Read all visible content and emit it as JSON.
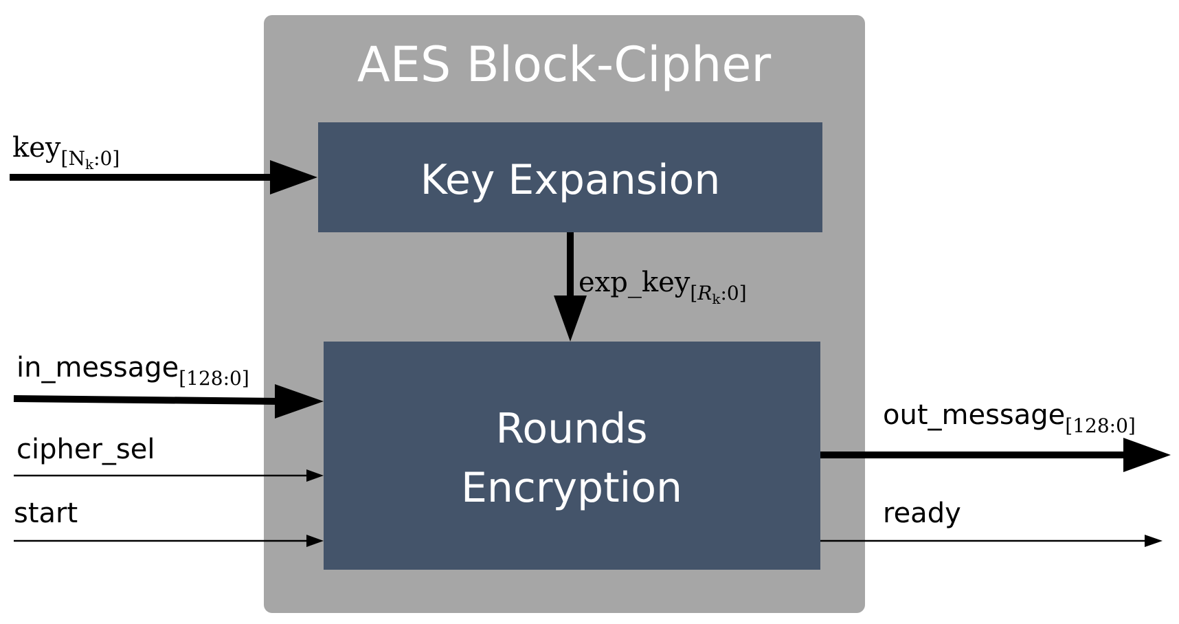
{
  "colors": {
    "outer_box": "#a6a6a6",
    "inner_box": "#44546a",
    "wire": "#000000",
    "label_on_box": "#ffffff"
  },
  "outer_block": {
    "title": "AES Block-Cipher"
  },
  "key_expansion": {
    "label": "Key Expansion"
  },
  "rounds_encryption": {
    "label_line1": "Rounds",
    "label_line2": "Encryption"
  },
  "signals": {
    "key": {
      "name": "key",
      "bracket_open": "[",
      "sub_var": "N",
      "sub_var_index": "k",
      "range_rest": ":0]"
    },
    "exp_key": {
      "name": "exp_key",
      "bracket_open": "[",
      "sub_var": "R",
      "sub_var_index": "k",
      "range_rest": ":0]"
    },
    "in_message": {
      "name": "in_message",
      "range": "[128:0]"
    },
    "cipher_sel": {
      "name": "cipher_sel"
    },
    "start": {
      "name": "start"
    },
    "out_message": {
      "name": "out_message",
      "range": "[128:0]"
    },
    "ready": {
      "name": "ready"
    }
  }
}
